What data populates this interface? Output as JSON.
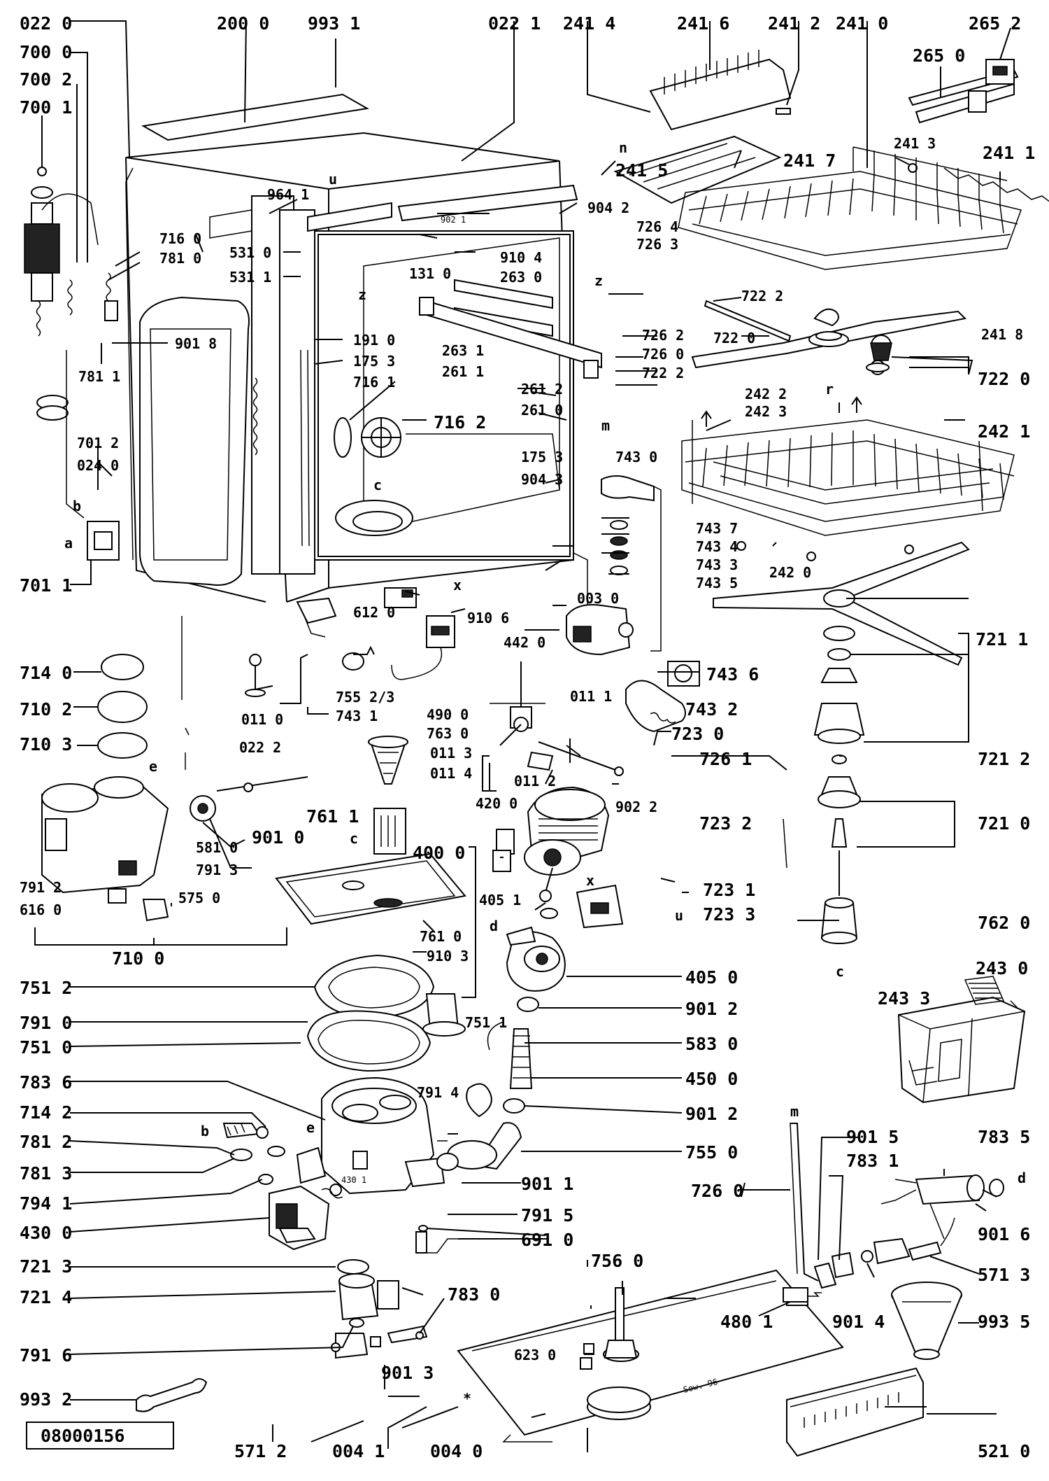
{
  "doc_code": "08000156",
  "stamp": "Sow. 96",
  "callouts": {
    "c_0220": "022 0",
    "c_2000": "200 0",
    "c_9931": "993 1",
    "c_0221": "022 1",
    "c_2414": "241 4",
    "c_2416": "241 6",
    "c_2412": "241 2",
    "c_2410": "241 0",
    "c_2652": "265 2",
    "c_2650": "265 0",
    "c_7000": "700 0",
    "c_7002": "700 2",
    "c_7001": "700 1",
    "c_2415": "241 5",
    "c_2417": "241 7",
    "c_2413": "241 3",
    "c_2411": "241 1",
    "c_9641": "964 1",
    "c_9021a": "902 1",
    "c_9042": "904 2",
    "c_7264": "726 4",
    "c_7263": "726 3",
    "c_5310": "531 0",
    "c_5311": "531 1",
    "c_1310": "131 0",
    "c_9104": "910 4",
    "c_2630": "263 0",
    "c_7160": "716 0",
    "c_7810": "781 0",
    "c_9018": "901 8",
    "c_7811": "781 1",
    "c_1910": "191 0",
    "c_1753a": "175 3",
    "c_7161": "716 1",
    "c_2631": "263 1",
    "c_2611": "261 1",
    "c_2612": "261 2",
    "c_2610": "261 0",
    "c_7262": "726 2",
    "c_7260a": "726 0",
    "c_7222a": "722 2",
    "c_7222b": "722 2",
    "c_7220a": "722 0",
    "c_7220b": "722 0",
    "c_2418": "241 8",
    "c_2422": "242 2",
    "c_2423": "242 3",
    "c_2421": "242 1",
    "c_7162": "716 2",
    "c_7012": "701 2",
    "c_0240": "024 0",
    "c_1753b": "175 3",
    "c_9043": "904 3",
    "c_7430": "743 0",
    "c_7437": "743 7",
    "c_7434": "743 4",
    "c_7433": "743 3",
    "c_7435": "743 5",
    "c_2420": "242 0",
    "c_7011": "701 1",
    "c_0030": "003 0",
    "c_6120": "612 0",
    "c_9106": "910 6",
    "c_4420": "442 0",
    "c_7211": "721 1",
    "c_7140": "714 0",
    "c_7102": "710 2",
    "c_0110": "011 0",
    "c_7552": "755 2/3",
    "c_7431": "743 1",
    "c_7436": "743 6",
    "c_4900": "490 0",
    "c_7630": "763 0",
    "c_0111": "011 1",
    "c_7432": "743 2",
    "c_7103": "710 3",
    "c_0222": "022 2",
    "c_0113": "011 3",
    "c_0114": "011 4",
    "c_0112": "011 2",
    "c_7230": "723 0",
    "c_7261": "726 1",
    "c_7212": "721 2",
    "c_9022": "902 2",
    "c_7611": "761 1",
    "c_4200": "420 0",
    "c_7232": "723 2",
    "c_7210": "721 0",
    "c_5810": "581 0",
    "c_9010": "901 0",
    "c_7913": "791 3",
    "c_4000": "400 0",
    "c_7912": "791 2",
    "c_6160": "616 0",
    "c_5750": "575 0",
    "c_4051": "405 1",
    "c_7231": "723 1",
    "c_7233": "723 3",
    "c_7620": "762 0",
    "c_7610": "761 0",
    "c_7100": "710 0",
    "c_9103": "910 3",
    "c_7512": "751 2",
    "c_4050": "405 0",
    "c_2430": "243 0",
    "c_2433": "243 3",
    "c_7910": "791 0",
    "c_7511": "751 1",
    "c_9012a": "901 2",
    "c_7510": "751 0",
    "c_5830": "583 0",
    "c_7836": "783 6",
    "c_4500": "450 0",
    "c_7914": "791 4",
    "c_7142": "714 2",
    "c_9012b": "901 2",
    "c_7812": "781 2",
    "c_7550": "755 0",
    "c_9015": "901 5",
    "c_7835": "783 5",
    "c_7813": "781 3",
    "c_7831": "783 1",
    "c_7941": "794 1",
    "c_4301": "430 1",
    "c_9011": "901 1",
    "c_4300": "430 0",
    "c_7915": "791 5",
    "c_6910": "691 0",
    "c_7260b": "726 0",
    "c_9016": "901 6",
    "c_7213": "721 3",
    "c_7560": "756 0",
    "c_5713": "571 3",
    "c_7214": "721 4",
    "c_7830": "783 0",
    "c_9014": "901 4",
    "c_9935": "993 5",
    "c_4801": "480 1",
    "c_7916": "791 6",
    "c_6230": "623 0",
    "c_9013": "901 3",
    "c_9932": "993 2",
    "c_5712": "571 2",
    "c_0041": "004 1",
    "c_0040": "004 0",
    "c_5210": "521 0"
  },
  "letters": {
    "u1": "u",
    "z1": "z",
    "z2": "z",
    "n1": "n",
    "m1": "m",
    "c1": "c",
    "a1": "a",
    "b1": "b",
    "x1": "x",
    "e1": "e",
    "c2": "c",
    "x2": "x",
    "d1": "d",
    "u2": "u",
    "c3": "c",
    "e2": "e",
    "b2": "b",
    "m2": "m",
    "d2": "d",
    "r1": "r",
    "star": "*"
  }
}
